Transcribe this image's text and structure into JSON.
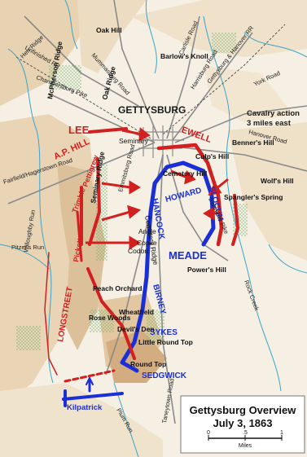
{
  "map": {
    "colors": {
      "terrain_light": "#f4efe3",
      "terrain_mid": "#ead9bf",
      "terrain_dark": "#d9b98f",
      "stream": "#3aa3c8",
      "road": "#7a7a7a",
      "town": "#9a9a9a",
      "forest": "#7fbf7f",
      "confederate": "#d21f1f",
      "union": "#1b2fd6"
    },
    "town": {
      "name": "GETTYSBURG"
    },
    "cavalry_note": {
      "line1": "Cavalry action",
      "line2": "3 miles east"
    },
    "commanders": {
      "confederate": {
        "lee": "LEE",
        "ap_hill": "A.P. HILL",
        "ewell": "EWELL",
        "longstreet": "LONGSTREET",
        "pettigrew": "Pettigrew",
        "trimble": "Trimble",
        "pickett": "Pickett"
      },
      "union": {
        "meade": "MEADE",
        "hancock": "HANCOCK",
        "howard": "HOWARD",
        "slocum": "SLOCUM",
        "birney": "BIRNEY",
        "sykes": "SYKES",
        "sedgwick": "SEDGWICK",
        "kilpatrick": "Kilpatrick"
      }
    },
    "places": {
      "oak_hill": "Oak Hill",
      "barlows_knoll": "Barlow's Knoll",
      "mcpherson_ridge": "McPherson Ridge",
      "oak_ridge": "Oak Ridge",
      "seminary": "Seminary",
      "cemetery_hill": "Cemetery Hill",
      "culps_hill": "Culp's Hill",
      "benners_hill": "Benner's Hill",
      "wolfs_hill": "Wolf's Hill",
      "spanglers_spring": "Spangler's Spring",
      "powers_hill": "Power's Hill",
      "angle": "Angle",
      "copse": "Copse",
      "codori": "Codori",
      "peach_orchard": "Peach Orchard",
      "wheatfield": "Wheatfield",
      "rose_woods": "Rose Woods",
      "devils_den": "Devil's Den",
      "little_round_top": "Little Round Top",
      "round_top": "Round Top",
      "seminary_ridge": "Seminary Ridge",
      "cemetery_ridge": "Cemetery Ridge"
    },
    "roads": {
      "herr_ridge": "Herr Ridge",
      "unfinished_rr": "Unfinished RR",
      "mummasburg_road": "Mummasburg Road",
      "carlisle_road": "Carlisle Road",
      "harrisburg_road": "Harrisburg Road",
      "gettysburg_hanover_rr": "Gettysburg & Hanover RR",
      "york_road": "York Road",
      "chambersburg_pike": "Chambersburg Pike",
      "hanover_road": "Hanover Road",
      "fairfield_road": "Fairfield/Hagerstown Road",
      "emmitsburg_road": "Emmitsburg Road",
      "baltimore_pike": "Baltimore Pike",
      "taneytown_road": "Taneytown Road",
      "willoughby_run": "Willoughby Run",
      "pitzers_run": "Pitzer's Run",
      "rock_creek": "Rock Creek",
      "plum_run": "Plum Run"
    },
    "title": {
      "line1": "Gettysburg Overview",
      "line2": "July 3, 1863"
    },
    "scale": {
      "ticks": [
        "0",
        ".5",
        "1"
      ],
      "unit": "Miles"
    }
  }
}
